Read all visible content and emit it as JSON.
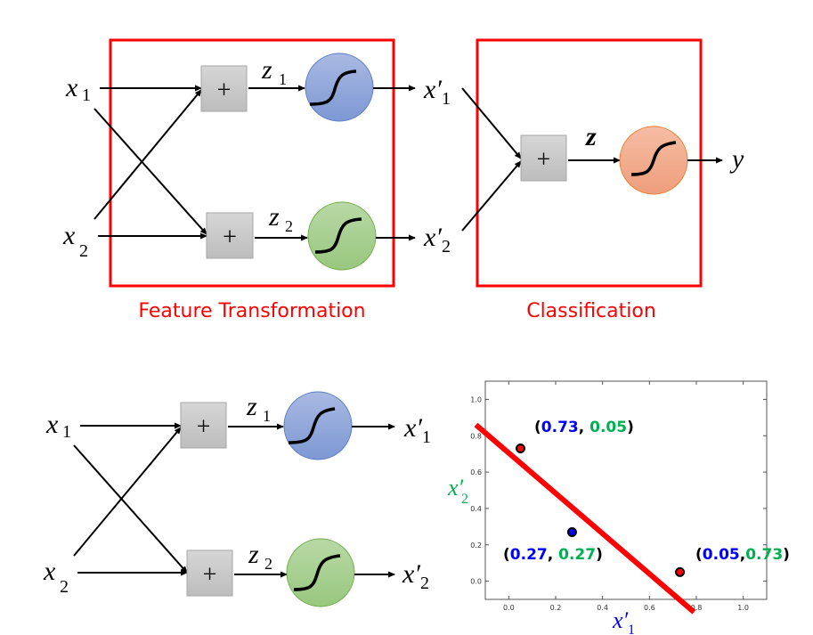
{
  "top_diagram": {
    "inputs": [
      "x",
      "x"
    ],
    "input_subs": [
      "1",
      "2"
    ],
    "sums": [
      "+",
      "+"
    ],
    "z_labels": [
      "z",
      "z"
    ],
    "z_subs": [
      "1",
      "2"
    ],
    "outputs": [
      "x′",
      "x′"
    ],
    "output_subs": [
      "1",
      "2"
    ],
    "classifier_sum": "+",
    "classifier_z": "z",
    "classifier_output": "y",
    "captions": {
      "feature_box": "Feature Transformation",
      "classification_box": "Classification"
    },
    "colors": {
      "box_border": "#ff0000",
      "neuron_1": "#8fa7d9",
      "neuron_2": "#a6d08f",
      "neuron_out": "#f2a583",
      "sum_box": "#c8c8c8"
    }
  },
  "bottom_diagram": {
    "inputs": [
      "x",
      "x"
    ],
    "input_subs": [
      "1",
      "2"
    ],
    "sums": [
      "+",
      "+"
    ],
    "z_labels": [
      "z",
      "z"
    ],
    "z_subs": [
      "1",
      "2"
    ],
    "outputs": [
      "x′",
      "x′"
    ],
    "output_subs": [
      "1",
      "2"
    ]
  },
  "chart_data": {
    "type": "scatter",
    "title": "",
    "xlabel": "x′",
    "xlabel_sub": "1",
    "ylabel": "x′",
    "ylabel_sub": "2",
    "xlim": [
      -0.1,
      1.1
    ],
    "ylim": [
      -0.1,
      1.1
    ],
    "xticks": [
      "0.0",
      "0.2",
      "0.4",
      "0.6",
      "0.8",
      "1.0"
    ],
    "yticks": [
      "0.0",
      "0.2",
      "0.4",
      "0.6",
      "0.8",
      "1.0"
    ],
    "grid": false,
    "points": [
      {
        "x": 0.05,
        "y": 0.73,
        "color": "#ff0000",
        "label_a": "0.73",
        "label_b": "0.05",
        "sep": ", "
      },
      {
        "x": 0.27,
        "y": 0.27,
        "color": "#0000ff",
        "label_a": "0.27",
        "label_b": "0.27",
        "sep": ", "
      },
      {
        "x": 0.73,
        "y": 0.05,
        "color": "#ff0000",
        "label_a": "0.05",
        "label_b": "0.73",
        "sep": ","
      }
    ],
    "decision_line": {
      "x": [
        -0.14,
        0.79
      ],
      "y": [
        0.86,
        -0.17
      ],
      "color": "#ff0000"
    },
    "label_colors": {
      "first": "#0000ff",
      "second": "#00b050",
      "paren": "#000000"
    }
  }
}
